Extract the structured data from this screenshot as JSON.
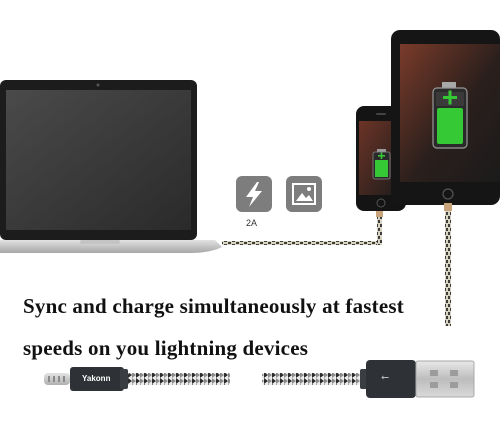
{
  "caption": {
    "line1": "Sync and charge simultaneously at fastest",
    "line2": "speeds on you lightning devices"
  },
  "icons": {
    "charge_icon": "lightning-bolt-icon",
    "sync_icon": "image-icon",
    "label": "2A"
  },
  "cable": {
    "brand": "Yakonn",
    "usb_symbol": "⭠"
  },
  "colors": {
    "battery_green": "#35c935",
    "braid_light": "#d8d3c4",
    "braid_dark": "#3b3b3b",
    "connector_dark": "#2e3236"
  }
}
